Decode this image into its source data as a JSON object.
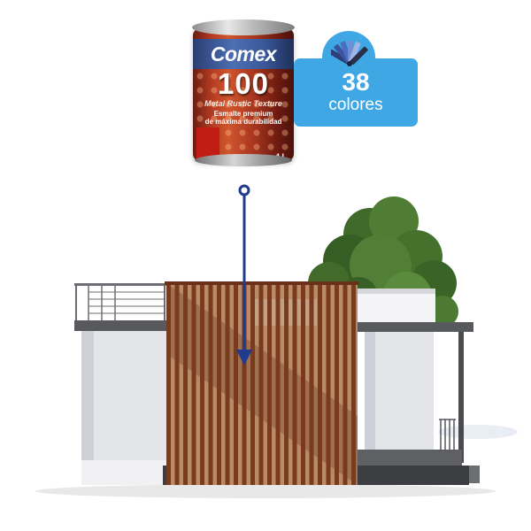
{
  "product": {
    "brand": "Comex",
    "number": "100",
    "subtitle": "Metal Rustic Texture",
    "tagline_line1": "Esmalte premium",
    "tagline_line2": "de máxima durabilidad",
    "volume": "4 L"
  },
  "badge": {
    "count": "38",
    "label": "colores",
    "icon": "color-swatch-fan-icon"
  },
  "colors": {
    "badge": "#3fa7e3",
    "pointer": "#1f3a8f",
    "slats": "#7a3a1e",
    "wall": "#e6e7ea",
    "slab": "#5a5b5e"
  }
}
